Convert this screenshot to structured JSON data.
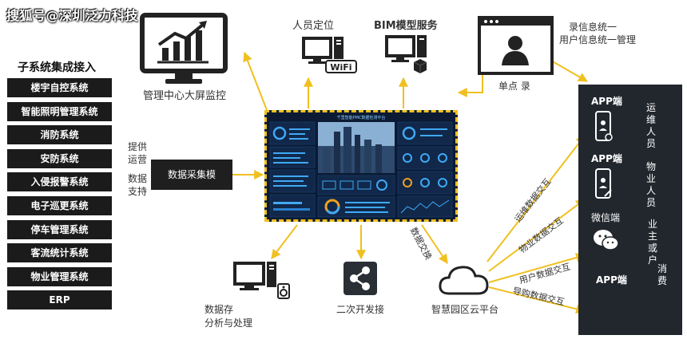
{
  "watermark": "搜狐号@深圳泛力科技",
  "subsystems": {
    "title": "子系统集成接入",
    "items": [
      "楼宇自控系统",
      "智能照明管理系统",
      "消防系统",
      "安防系统",
      "入侵报警系统",
      "电子巡更系统",
      "停车管理系统",
      "客流统计系统",
      "物业管理系统",
      "ERP"
    ]
  },
  "monitor": {
    "label": "管理中心大屏监控"
  },
  "personnel": {
    "label": "人员定位",
    "wifi": "WiFi"
  },
  "bim": {
    "label": "BIM模型服务"
  },
  "sso": {
    "label_line1": "录信息统一",
    "label_line2": "用户信息统一管理",
    "caption": "单点 录"
  },
  "collect": {
    "box": "数据采集模",
    "provide_line1": "提供",
    "provide_line2": "运营",
    "support_line1": "数据",
    "support_line2": "支持"
  },
  "dashboard": {
    "title": "千里智能PMC数据检测平台"
  },
  "storage": {
    "line1": "数据存",
    "line2": "分析与处理"
  },
  "secondary": {
    "label": "二次开发接"
  },
  "cloud": {
    "label": "智慧园区云平台"
  },
  "data_exchange": "数据交换",
  "flows": {
    "ops": "运维数据交互",
    "property": "物业数据交互",
    "user": "用户数据交互",
    "guide": "导购数据交互"
  },
  "right_panel": {
    "app1": "APP端",
    "ops_staff": "运维人员",
    "app2": "APP端",
    "property_staff": "物业人员",
    "wechat": "微信端",
    "owner_client": "业主或户",
    "app3": "APP端",
    "consumer": "消费"
  },
  "colors": {
    "arrow": "#f0c020",
    "dark": "#1b1b1b",
    "panel": "#22272e"
  }
}
